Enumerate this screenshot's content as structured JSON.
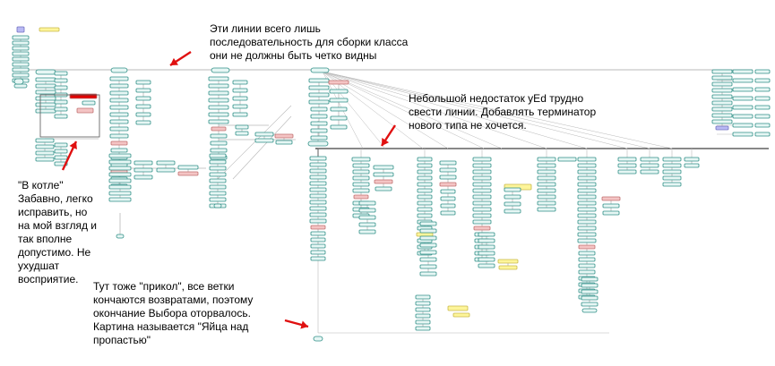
{
  "annotations": {
    "top": "Эти линии всего лишь\nпоследовательность для сборки класса\nони не должны быть четко видны",
    "right": "Небольшой недостаток yEd трудно\nсвести линии. Добавлять терминатор\nнового типа не хочется.",
    "left": "\"В котле\"\nЗабавно, легко\nисправить, но\nна мой взгляд и\nтак вполне\nдопустимо. Не\nухудшат\nвосприятие.",
    "bottom": "Тут тоже \"прикол\", все ветки\nкончаются возвратами, поэтому\nокончание Выбора оторвалось.\nКартина называется \"Яйца над\nпропастью\""
  },
  "colors": {
    "node_fill": "#e6f6f4",
    "node_stroke": "#2f8f86",
    "error_fill": "#f4c4c4",
    "error_stroke": "#c07070",
    "highlight_fill": "#fdf59a",
    "start_fill": "#b9b9f4",
    "red_bar": "#e00000",
    "arrow": "#e01010",
    "edge": "#b8b8b8",
    "bus": "#111111"
  }
}
